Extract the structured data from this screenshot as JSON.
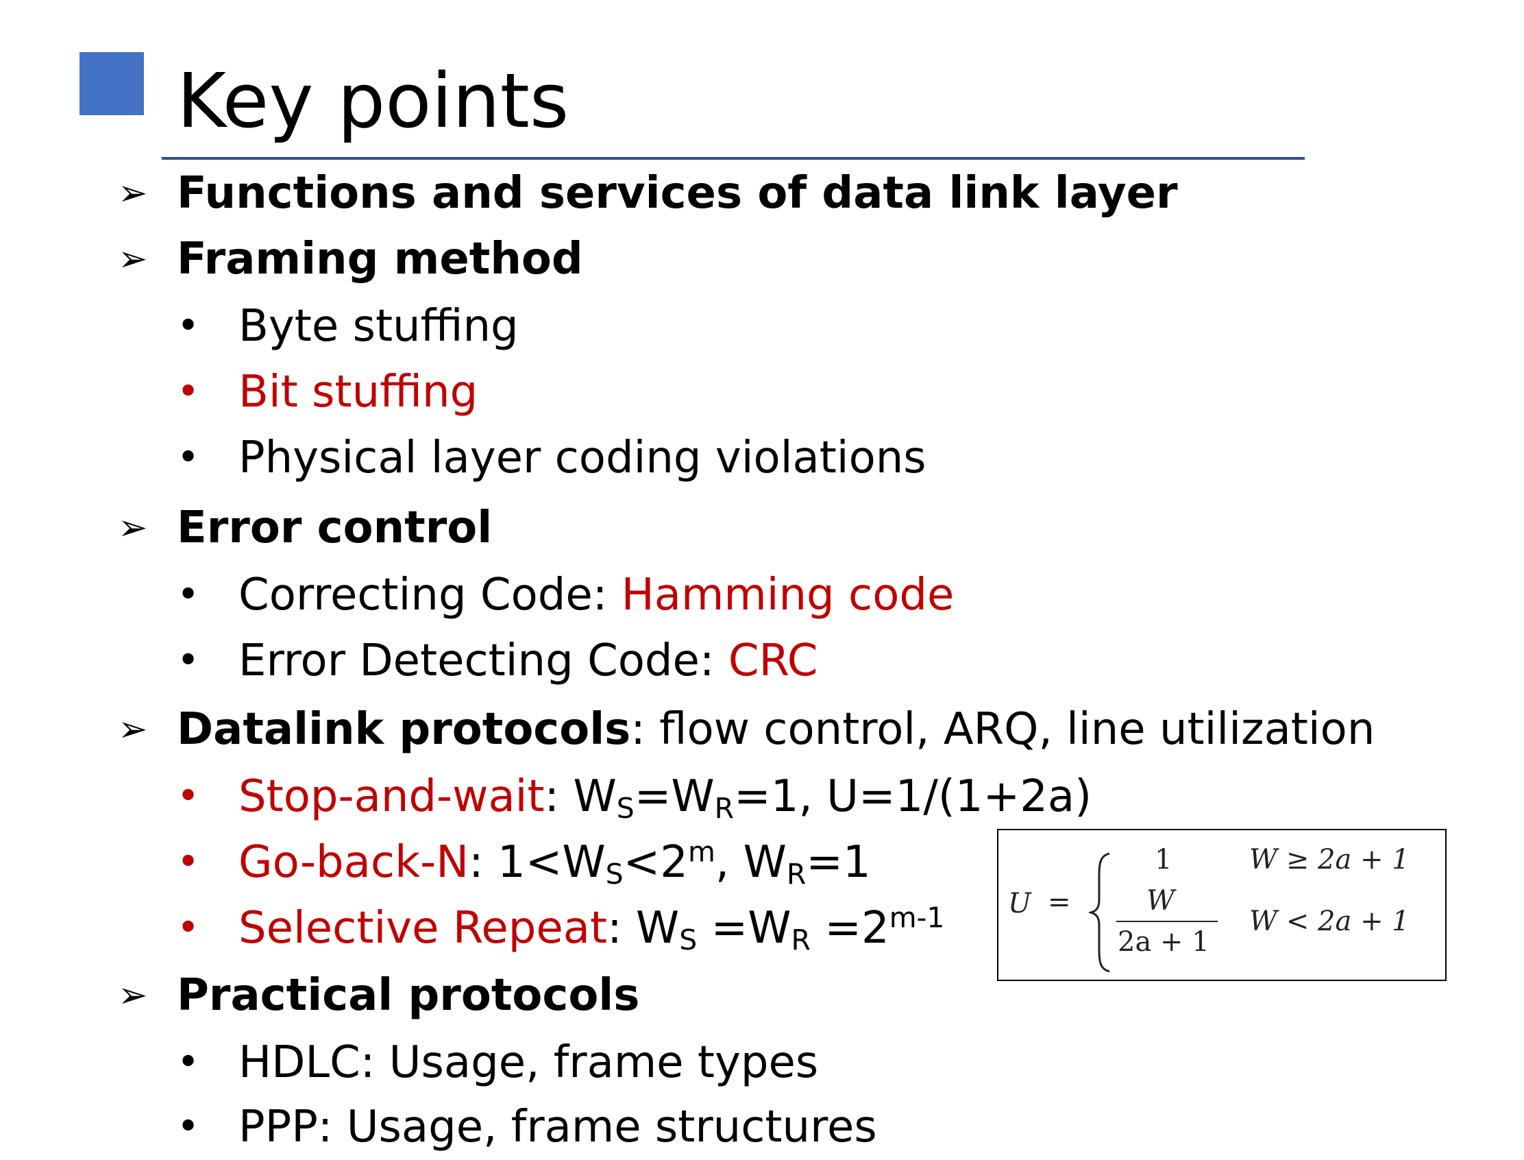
{
  "title": "Key points",
  "colors": {
    "accent": "#4472c4",
    "rule": "#2e4f8f",
    "highlight": "#c00000"
  },
  "sections": {
    "functions": {
      "label": "Functions and services of data link layer"
    },
    "framing": {
      "label": "Framing method",
      "items": [
        "Byte stuffing",
        "Bit stuffing",
        "Physical layer coding violations"
      ]
    },
    "error_control": {
      "label": "Error control",
      "correcting_prefix": "Correcting Code: ",
      "correcting_value": "Hamming code",
      "detecting_prefix": "Error Detecting Code: ",
      "detecting_value": "CRC"
    },
    "datalink": {
      "label": "Datalink protocols",
      "rest": ": flow control, ARQ, line utilization",
      "stop_and_wait": {
        "name": "Stop-and-wait",
        "colon": ": W",
        "s": "S",
        "eq": "=W",
        "r": "R",
        "rest": "=1, U=1/(1+2a)"
      },
      "go_back_n": {
        "name": "Go-back-N",
        "p1": ": 1<W",
        "s": "S",
        "p2": "<2",
        "m": "m",
        "p3": ", W",
        "r": "R",
        "p4": "=1"
      },
      "selective_repeat": {
        "name": "Selective Repeat",
        "p1": ": W",
        "s": "S",
        "p2": " =W",
        "r": "R",
        "p3": " =2",
        "exp": "m-1"
      }
    },
    "practical": {
      "label": "Practical protocols",
      "items": [
        "HDLC: Usage, frame types",
        "PPP: Usage, frame structures"
      ]
    }
  },
  "formula": {
    "lhs": "U",
    "eq": "=",
    "case1_value": "1",
    "case1_cond": "W ≥ 2a + 1",
    "case2_num": "W",
    "case2_den": "2a + 1",
    "case2_cond": "W < 2a + 1"
  }
}
